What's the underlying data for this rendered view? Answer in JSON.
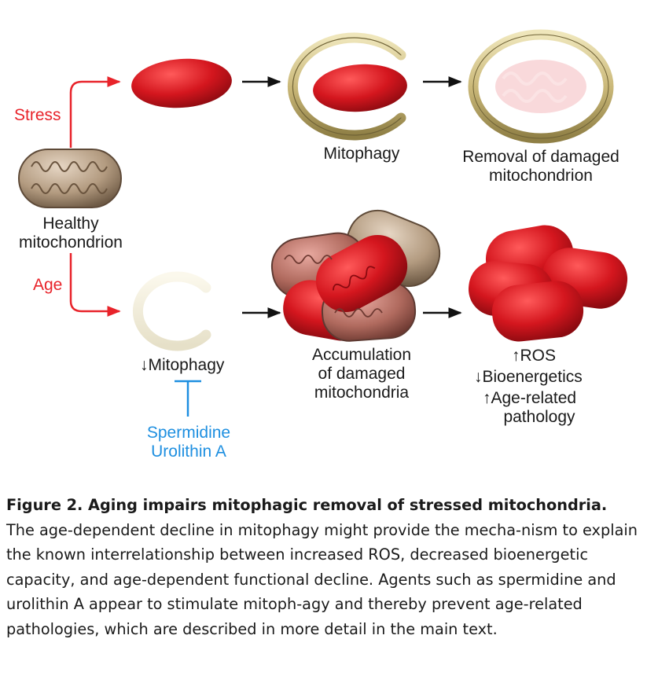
{
  "diagram": {
    "labels": {
      "stress": "Stress",
      "age": "Age",
      "healthy_line1": "Healthy",
      "healthy_line2": "mitochondrion",
      "mitophagy": "Mitophagy",
      "removal_line1": "Removal of damaged",
      "removal_line2": "mitochondrion",
      "reduced_mitophagy": "Mitophagy",
      "spermidine": "Spermidine",
      "urolithin": "Urolithin A",
      "accum_line1": "Accumulation",
      "accum_line2": "of damaged",
      "accum_line3": "mitochondria",
      "ros": "ROS",
      "bioenergetics": "Bioenergetics",
      "age_related_line1": "Age-related",
      "age_related_line2": "pathology"
    },
    "colors": {
      "stress_arrow": "#e8232a",
      "inhibitor": "#1e8fe0",
      "damaged_mito": "#c8141c",
      "healthy_mito": "#b8a28a",
      "phagophore": "#d8c98e"
    }
  },
  "caption": {
    "title": "Figure 2. Aging impairs mitophagic removal of stressed mitochondria.",
    "body": "The age-dependent decline in mitophagy might provide the mecha-nism to explain the known interrelationship between increased ROS, decreased bioenergetic capacity, and age-dependent functional decline. Agents such as spermidine and urolithin A appear to stimulate mitoph-agy and thereby prevent age-related pathologies, which are described in more detail in the main text."
  }
}
